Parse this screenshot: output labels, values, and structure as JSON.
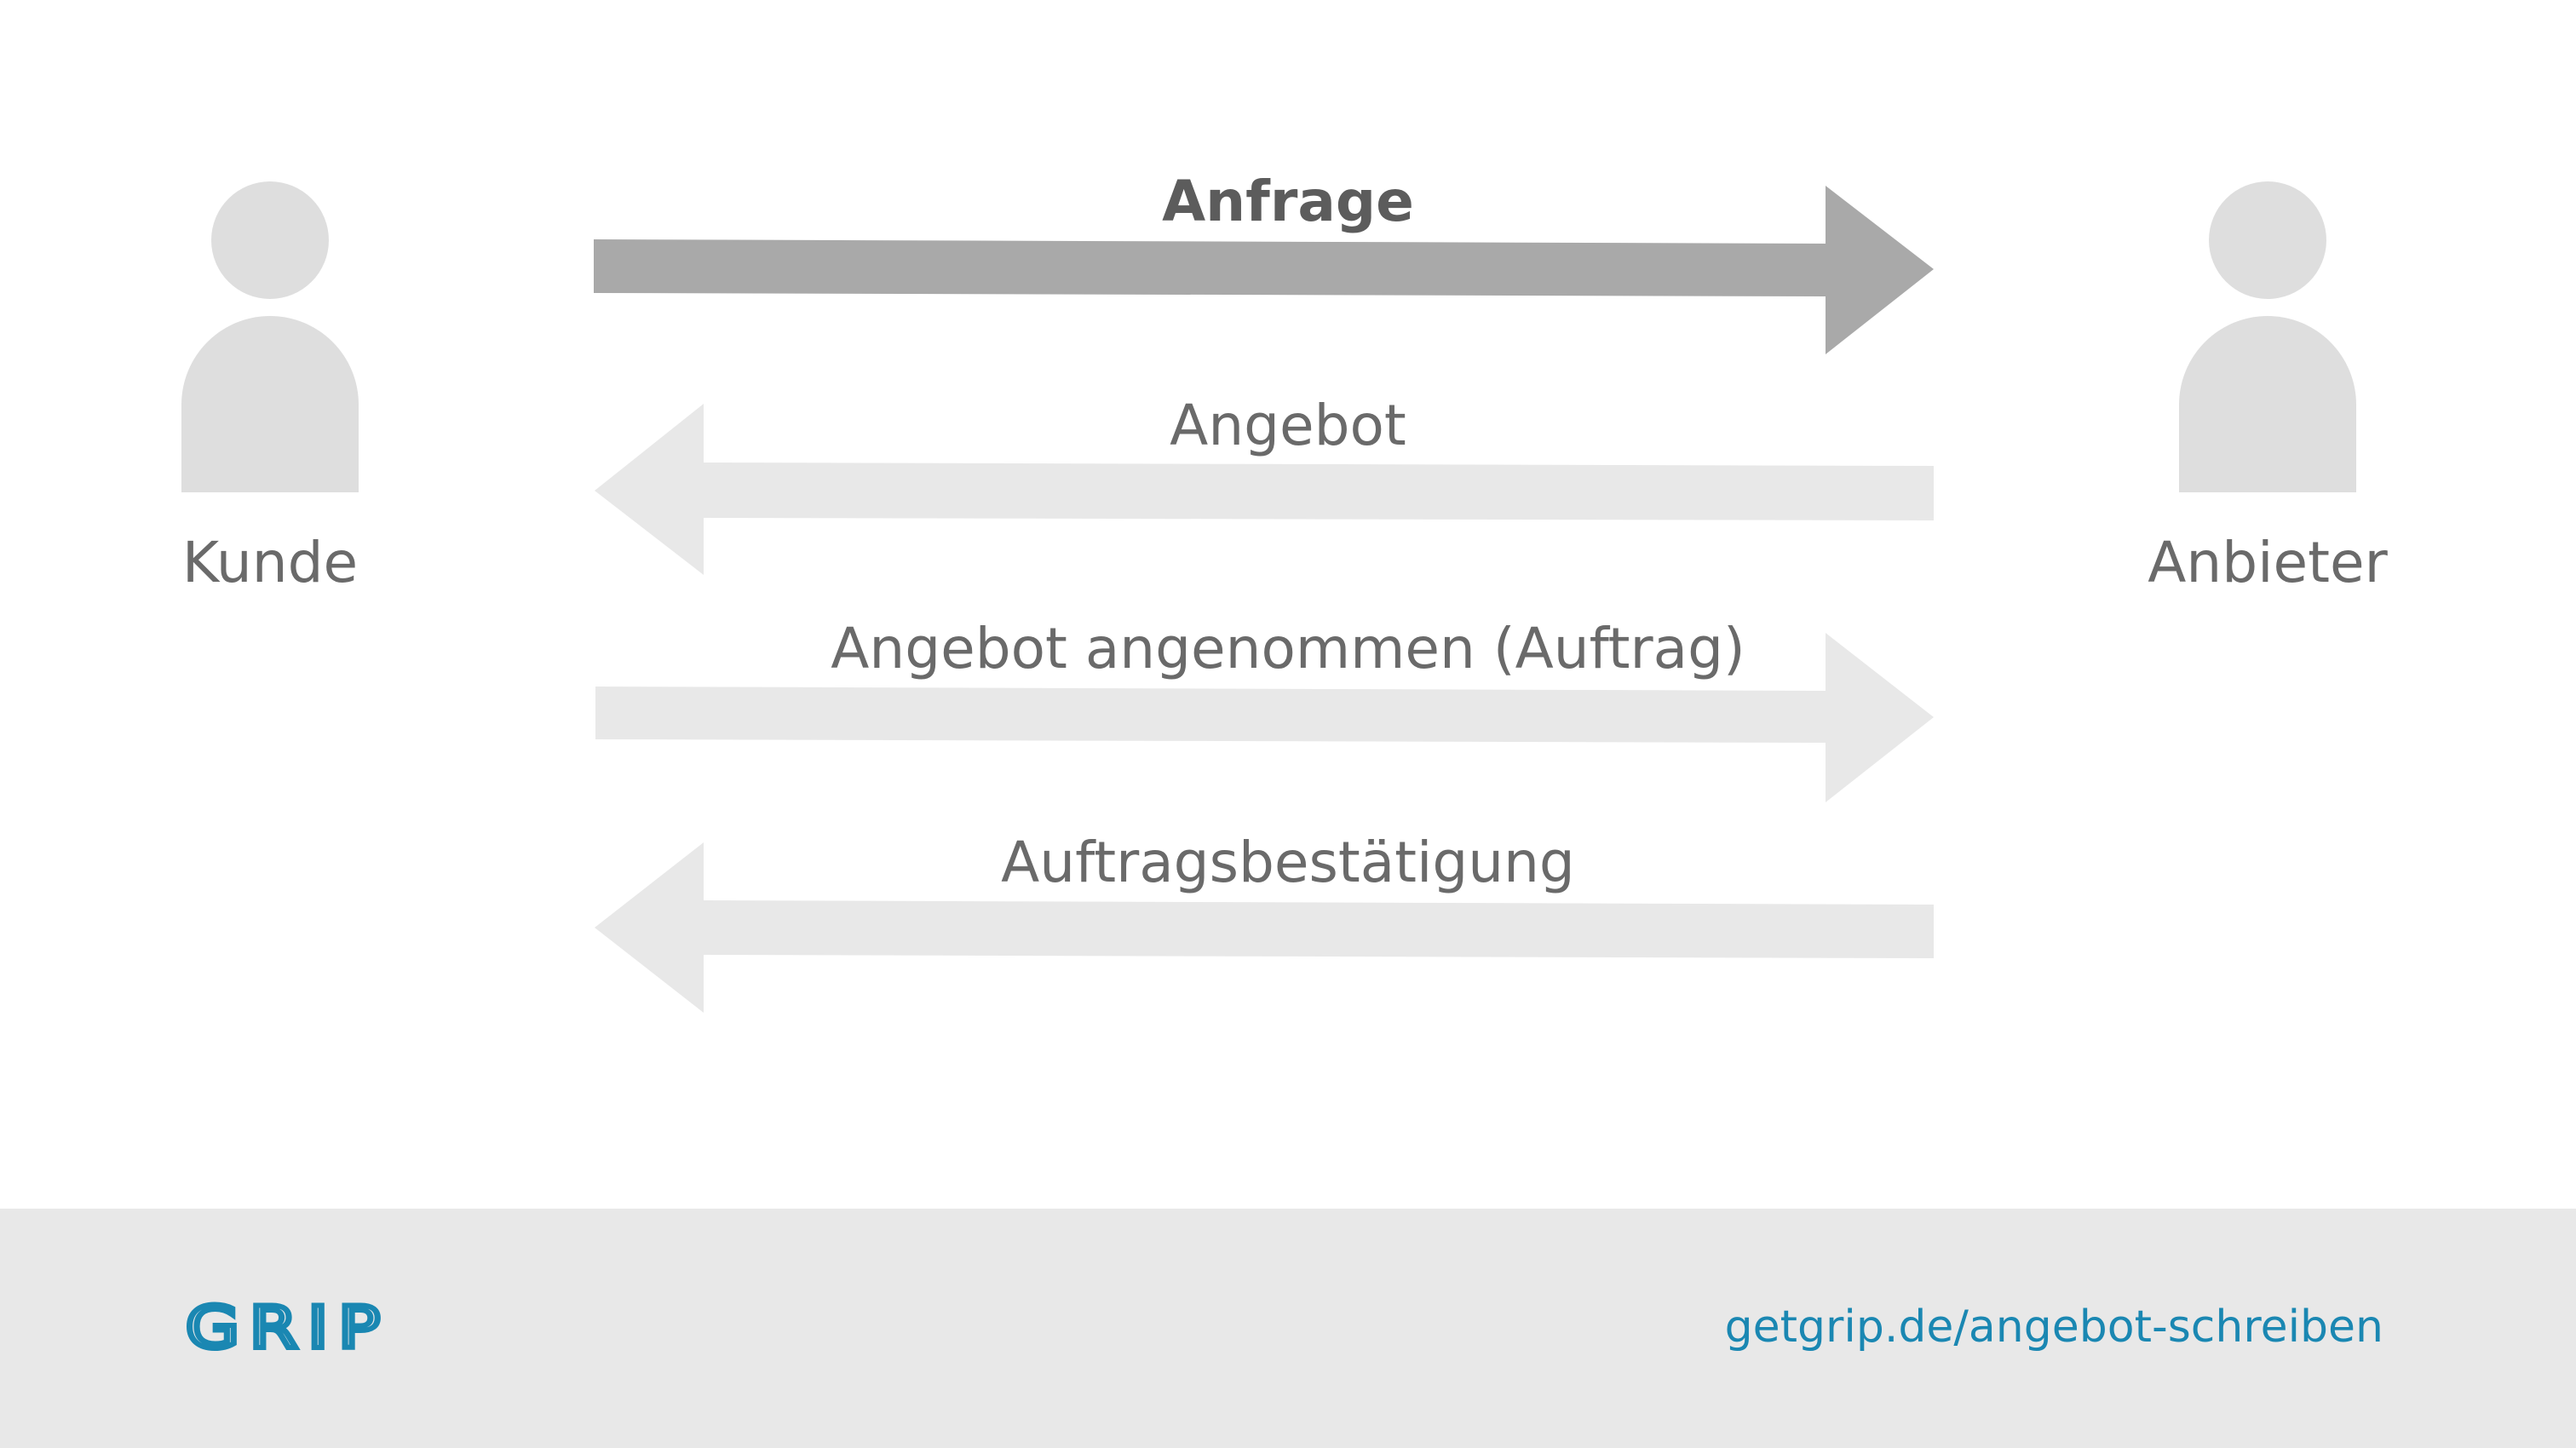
{
  "actors": {
    "left": {
      "label": "Kunde"
    },
    "right": {
      "label": "Anbieter"
    }
  },
  "messages": [
    {
      "label": "Anfrage",
      "direction": "right",
      "emphasis": "bold"
    },
    {
      "label": "Angebot",
      "direction": "left",
      "emphasis": "normal"
    },
    {
      "label": "Angebot angenommen (Auftrag)",
      "direction": "right",
      "emphasis": "normal"
    },
    {
      "label": "Auftragsbestätigung",
      "direction": "left",
      "emphasis": "normal"
    }
  ],
  "footer": {
    "logo_text": "GRIP",
    "url": "getgrip.de/angebot-schreiben"
  },
  "colors": {
    "person_icon": "#dedede",
    "arrow_active": "#a9a9a9",
    "arrow_inactive": "#e8e8e8",
    "text": "#6a6a6a",
    "brand": "#1a87b2",
    "footer_bg": "#e8e8e8"
  },
  "icons": {
    "actor": "person-icon",
    "logo": "grip-logo"
  }
}
